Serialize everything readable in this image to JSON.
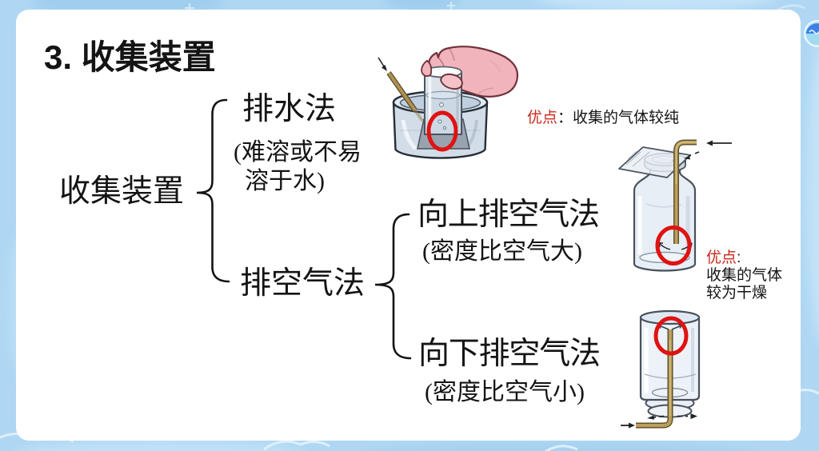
{
  "slide": {
    "background_color": "#afd7f3",
    "card_color": "#ffffff",
    "accent_red": "#c8281b",
    "circle_red": "#e01212",
    "title": "3. 收集装置"
  },
  "diagram": {
    "root": "收集装置",
    "branches": [
      {
        "label": "排水法",
        "note_lines": [
          "(难溶或不易",
          "溶于水)"
        ]
      },
      {
        "label": "排空气法",
        "children": [
          {
            "label": "向上排空气法",
            "note": "(密度比空气大)"
          },
          {
            "label": "向下排空气法",
            "note": "(密度比空气小)"
          }
        ]
      }
    ]
  },
  "advantages": {
    "water": {
      "label": "优点",
      "separator": "：",
      "text": "收集的气体较纯"
    },
    "air": {
      "label": "优点",
      "separator": ":",
      "lines": [
        "收集的气体",
        "较为干燥"
      ]
    }
  }
}
